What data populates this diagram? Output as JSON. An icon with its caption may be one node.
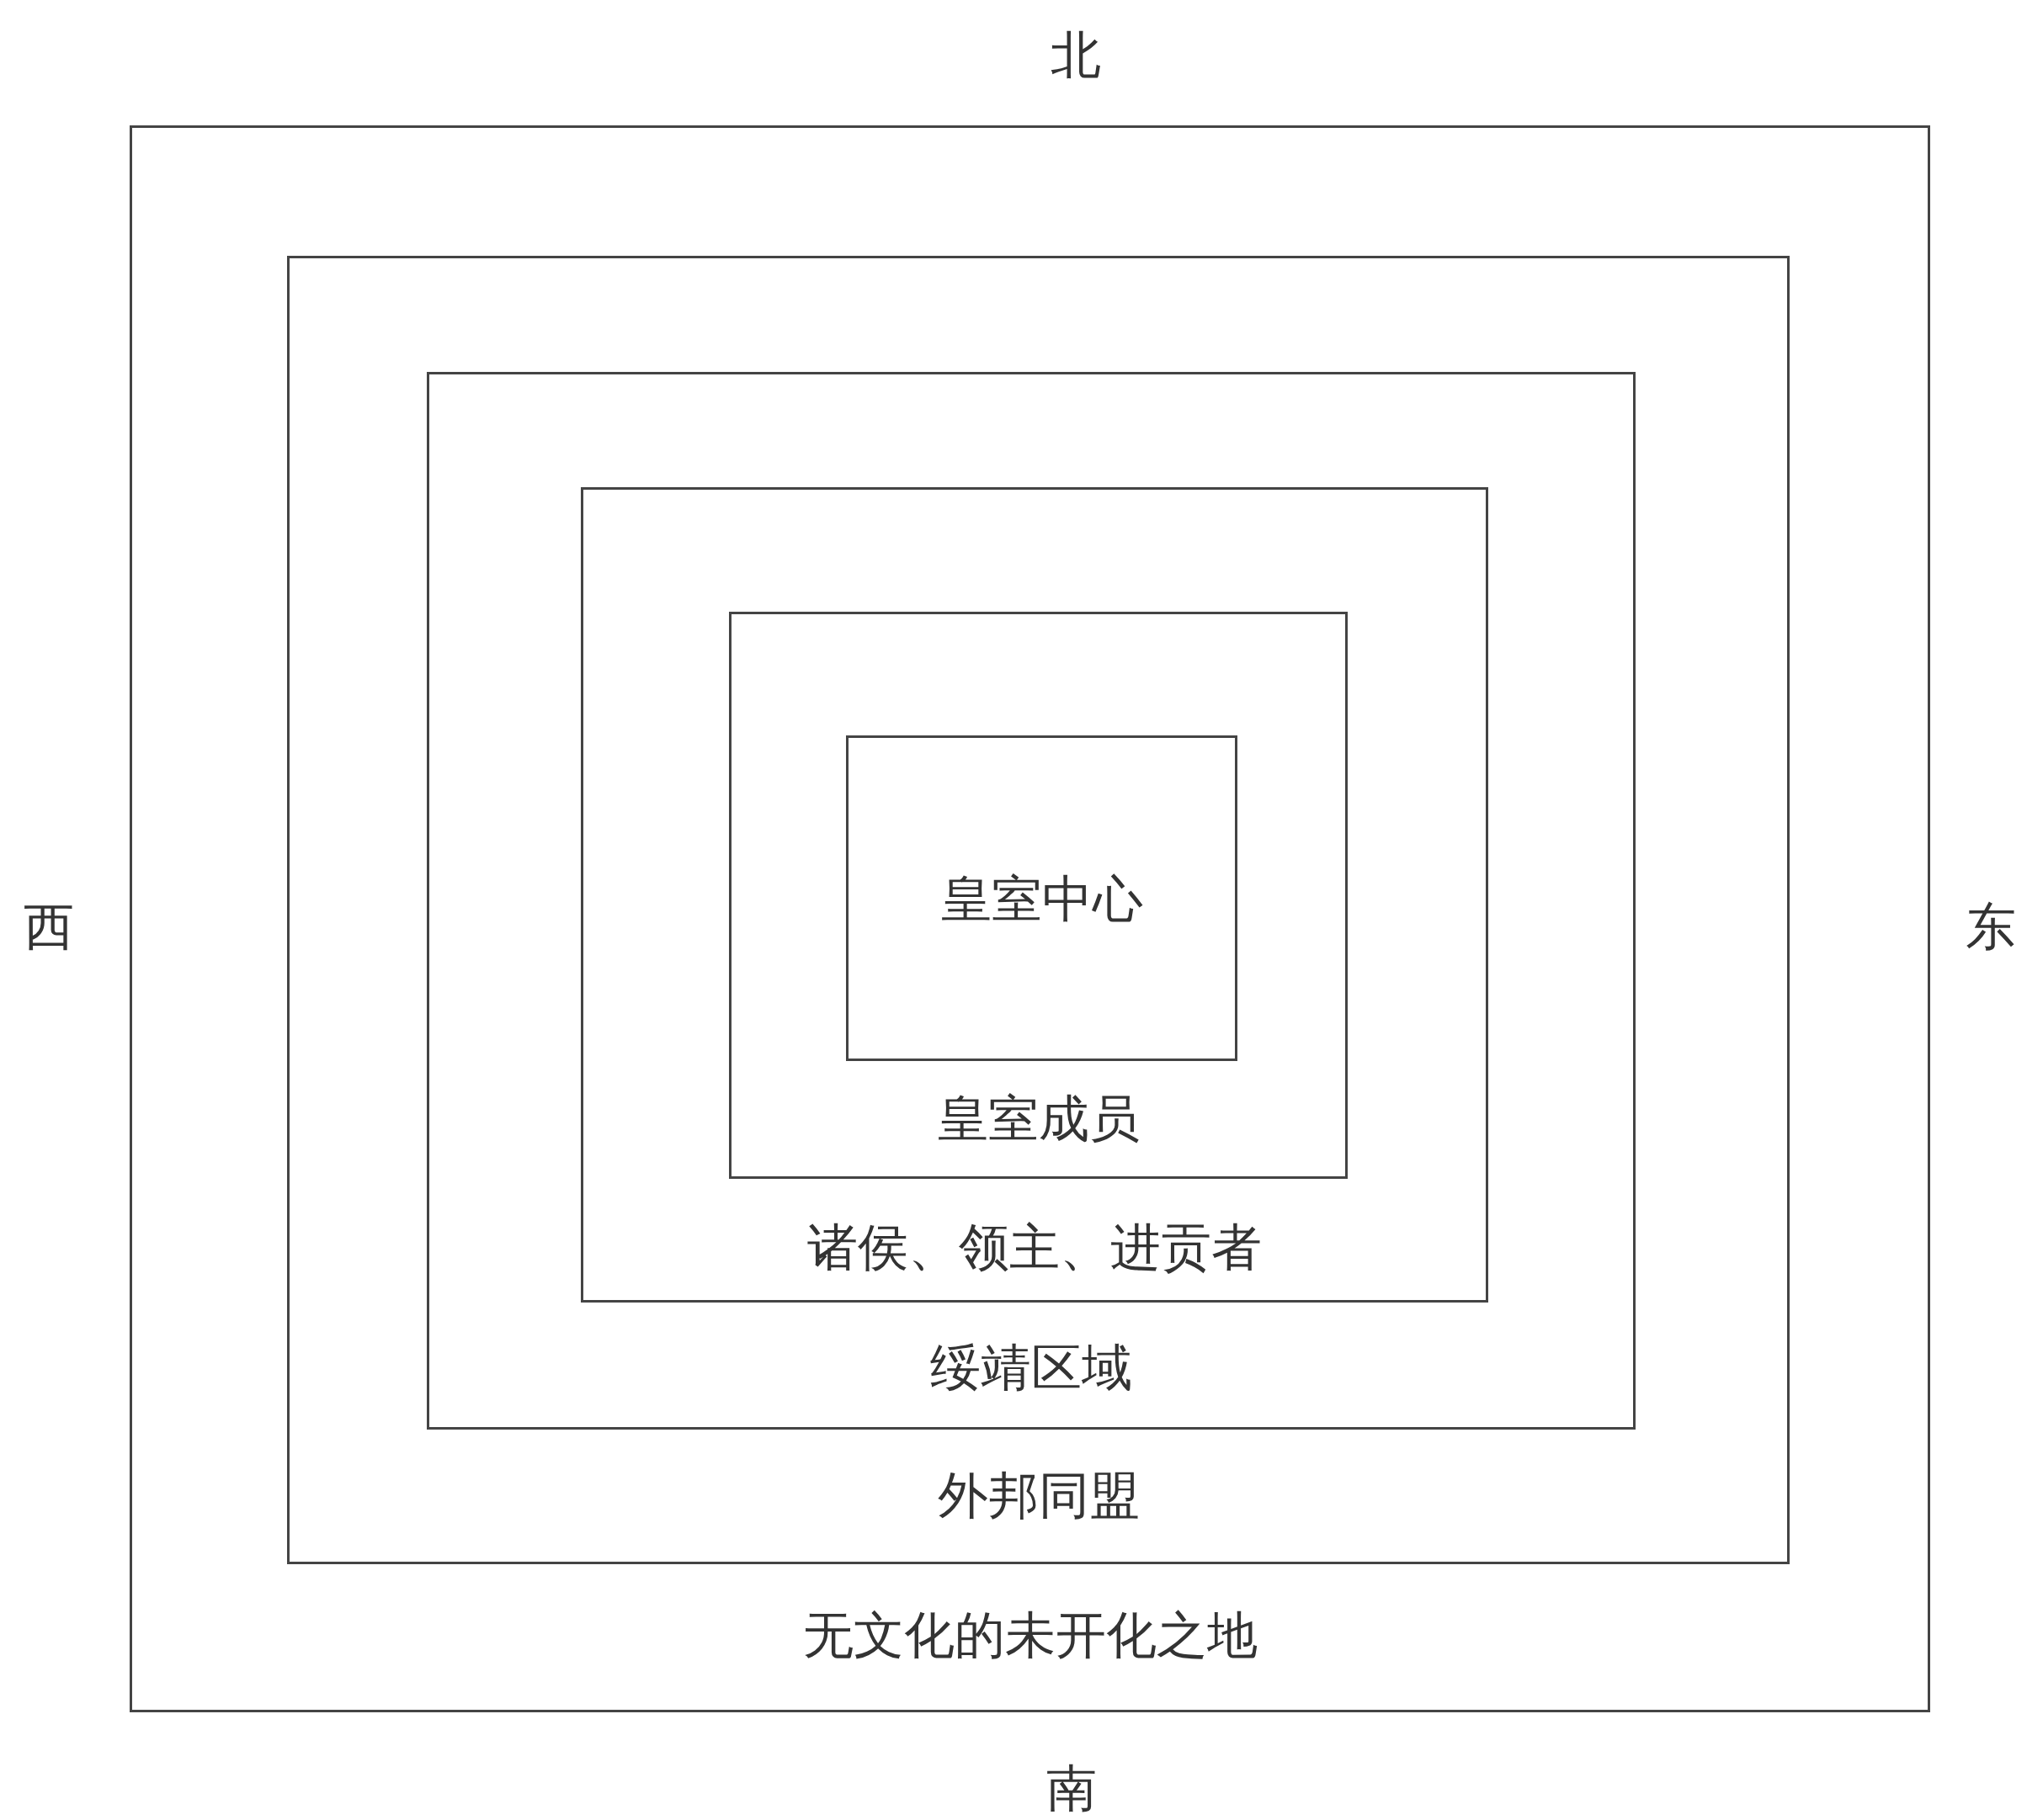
{
  "diagram": {
    "nodes": [
      {
        "text": [
          "无文化的未开化之地"
        ]
      },
      {
        "text": [
          "外邦同盟"
        ],
        "in": 0
      },
      {
        "text": [
          "绥靖区域"
        ],
        "in": 1
      },
      {
        "text": [
          "诸侯、领主、进贡者"
        ],
        "in": 2
      },
      {
        "text": [
          "皇室成员"
        ],
        "in": 3
      },
      {
        "text": [
          "皇室中心"
        ],
        "in": 4
      }
    ],
    "edges": [],
    "labels": [
      "北",
      "西",
      "东",
      "南"
    ]
  }
}
